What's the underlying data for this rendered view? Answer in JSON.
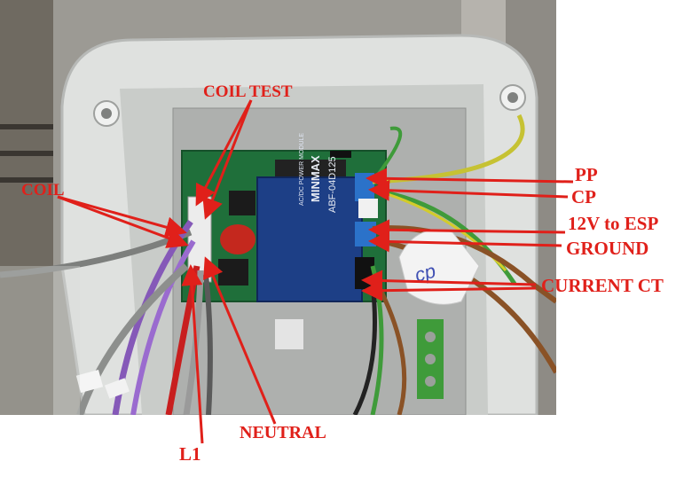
{
  "labels": {
    "coil_test": "COIL TEST",
    "coil": "COIL",
    "pp": "PP",
    "cp": "CP",
    "esp": "12V to ESP",
    "ground": "GROUND",
    "current_ct": "CURRENT CT",
    "neutral": "NEUTRAL",
    "l1": "L1"
  },
  "module": {
    "brand": "MINMAX",
    "model": "ABF-04D125",
    "type": "AC/DC POWER MODULE"
  },
  "colors": {
    "annotation": "#e0201a",
    "pcb": "#1f6f3a",
    "module": "#1d3f86",
    "enclosure": "#dfe1df"
  }
}
